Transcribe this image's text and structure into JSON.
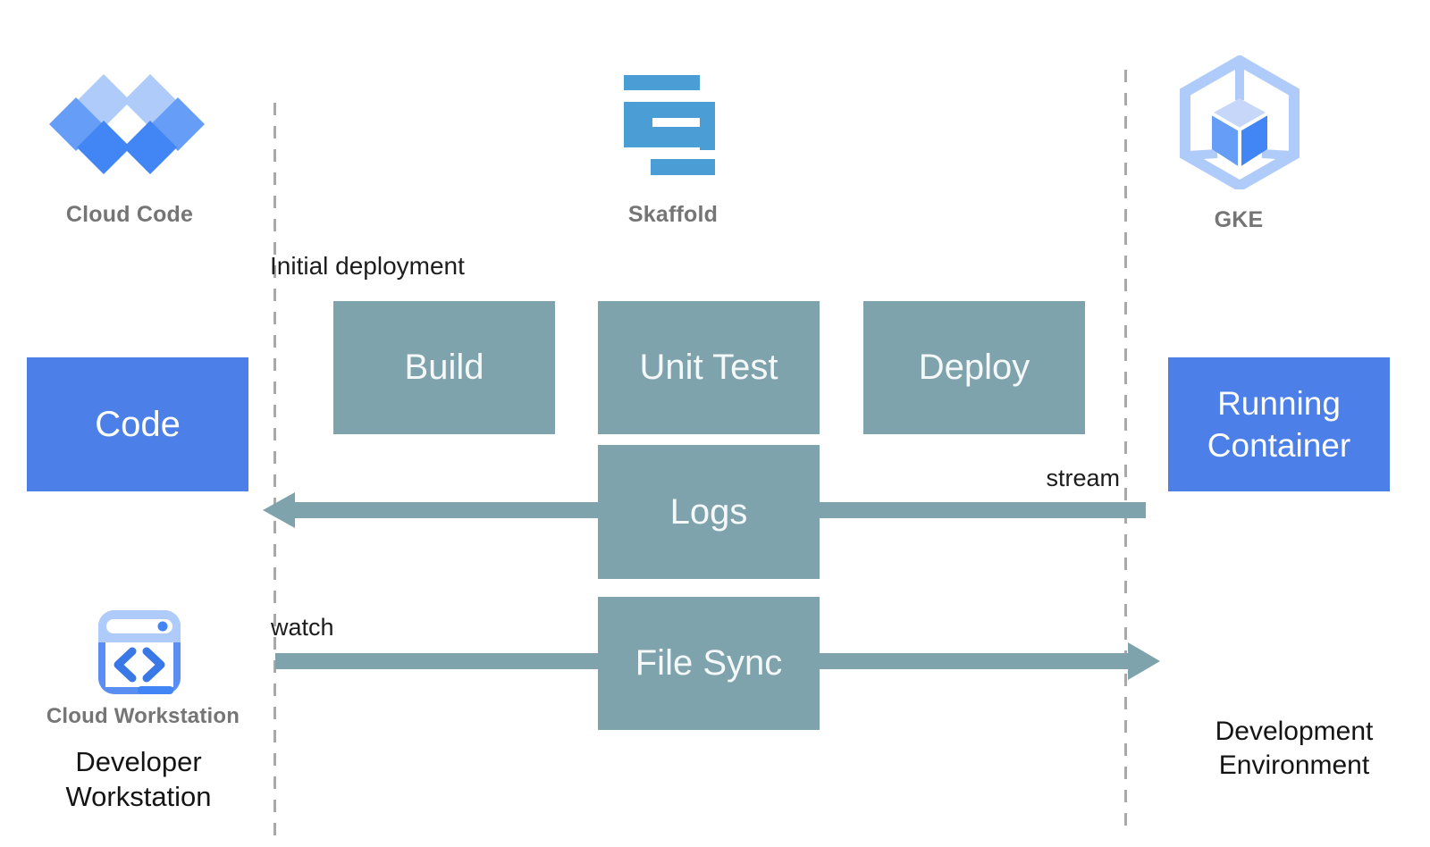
{
  "palette": {
    "box_blue": "#4C7FE8",
    "box_teal": "#7EA3AC",
    "arrow_teal": "#7EA3AC",
    "label_gray": "#757575",
    "skaffold_blue": "#4A9DD5",
    "blue_100": "#AECBFA",
    "blue_300": "#669DF6",
    "blue_500": "#4285F4"
  },
  "header_icons": {
    "cloud_code": {
      "label": "Cloud Code"
    },
    "skaffold": {
      "label": "Skaffold"
    },
    "gke": {
      "label": "GKE"
    }
  },
  "workstation": {
    "icon_label": "Cloud Workstation",
    "caption": "Developer Workstation"
  },
  "environment_caption": "Development Environment",
  "pipeline": {
    "initial_deployment_label": "Initial deployment",
    "build": "Build",
    "unit_test": "Unit Test",
    "deploy": "Deploy",
    "logs": "Logs",
    "file_sync": "File Sync"
  },
  "endpoints": {
    "code": "Code",
    "running_container": "Running Container"
  },
  "arrows": {
    "stream_label": "stream",
    "watch_label": "watch"
  }
}
